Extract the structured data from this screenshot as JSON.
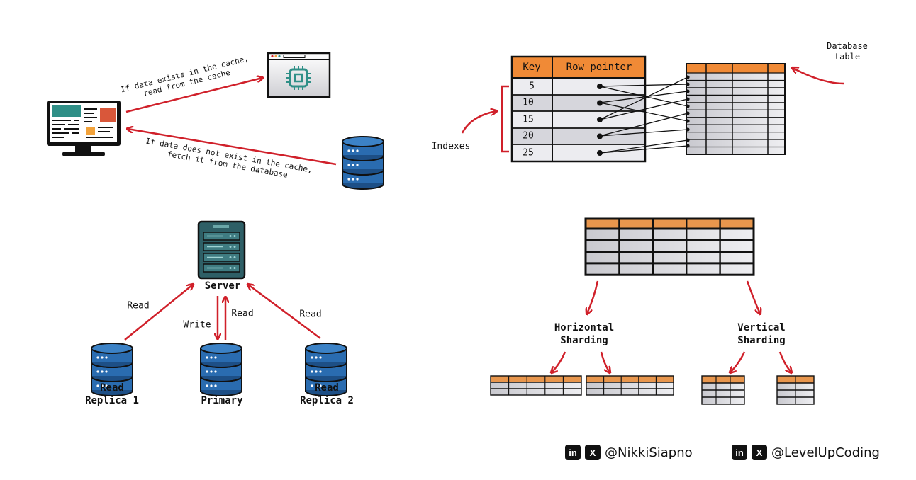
{
  "caching": {
    "hit_line1": "If data exists in the cache,",
    "hit_line2": "read from the cache",
    "miss_line1": "If data does not exist in the cache,",
    "miss_line2": "fetch it from the database"
  },
  "indexing": {
    "col_key": "Key",
    "col_pointer": "Row pointer",
    "keys": [
      "5",
      "10",
      "15",
      "20",
      "25"
    ],
    "indexes_label": "Indexes",
    "table_label_line1": "Database",
    "table_label_line2": "table"
  },
  "replication": {
    "server": "Server",
    "read_left": "Read",
    "write": "Write",
    "read_mid": "Read",
    "read_right": "Read",
    "replica1_line1": "Read",
    "replica1_line2": "Replica 1",
    "primary": "Primary",
    "replica2_line1": "Read",
    "replica2_line2": "Replica 2"
  },
  "sharding": {
    "horizontal_line1": "Horizontal",
    "horizontal_line2": "Sharding",
    "vertical_line1": "Vertical",
    "vertical_line2": "Sharding"
  },
  "footer": {
    "handle1": "@NikkiSiapno",
    "handle2": "@LevelUpCoding",
    "linkedin_glyph": "in",
    "x_glyph": "X"
  },
  "colors": {
    "arrow": "#d0202a",
    "orange": "#f08a36",
    "db_blue": "#2a6cb0",
    "server_teal": "#2e5f66"
  }
}
